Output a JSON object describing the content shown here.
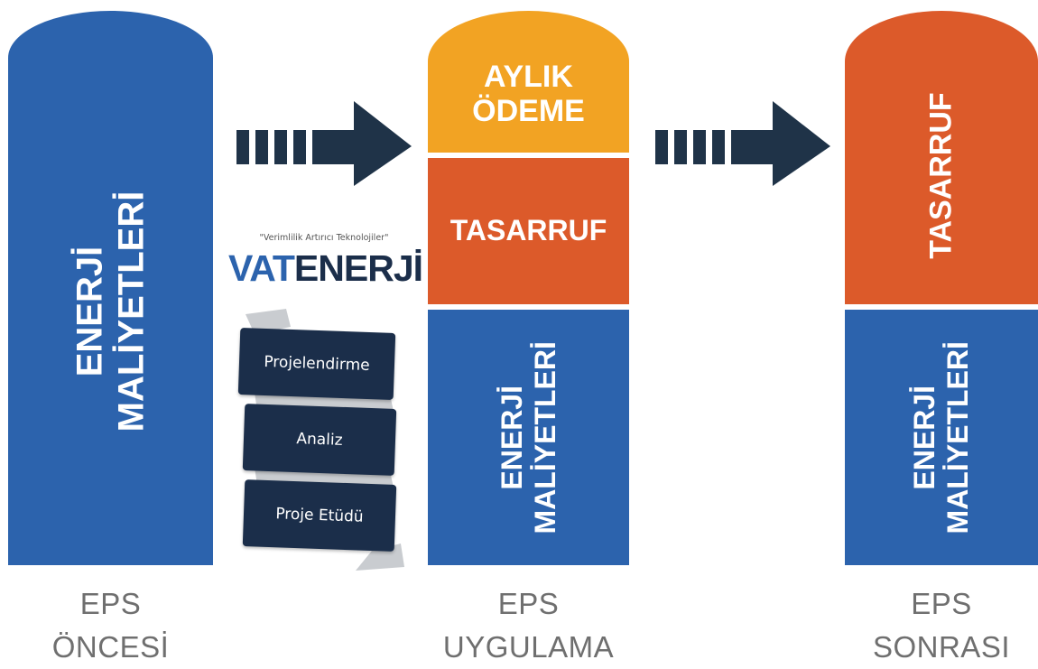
{
  "columns": {
    "before": {
      "label": "ENERJİ\nMALİYETLERİ",
      "caption_line1": "EPS",
      "caption_line2": "ÖNCESİ"
    },
    "during": {
      "payment_label": "AYLIK\nÖDEME",
      "savings_label": "TASARRUF",
      "cost_label": "ENERJİ\nMALİYETLERİ",
      "caption_line1": "EPS",
      "caption_line2": "UYGULAMA"
    },
    "after": {
      "savings_label": "TASARRUF",
      "cost_label": "ENERJİ\nMALİYETLERİ",
      "caption_line1": "EPS",
      "caption_line2": "SONRASI"
    }
  },
  "logo": {
    "tagline": "\"Verimlilik Artırıcı Teknolojiler\"",
    "name_part1": "VAT",
    "name_part2": "ENERJİ"
  },
  "process_steps": [
    "Projelendirme",
    "Analiz",
    "Proje Etüdü"
  ],
  "colors": {
    "blue": "#2c63ad",
    "orange": "#dc5a2a",
    "gold": "#f2a323",
    "navy": "#1b2e4a",
    "arrow": "#1f3348",
    "caption": "#6f6f6f"
  }
}
